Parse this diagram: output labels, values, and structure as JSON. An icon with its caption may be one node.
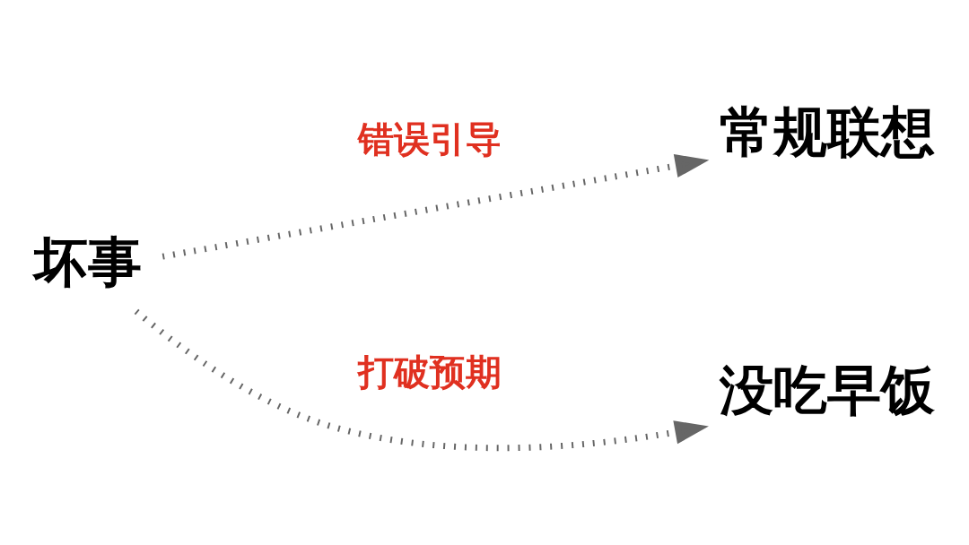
{
  "diagram": {
    "nodes": [
      {
        "text": [
          "坏事"
        ]
      },
      {
        "text": [
          "常规联想"
        ]
      },
      {
        "text": [
          "没吃早饭"
        ]
      }
    ],
    "edges": [
      {
        "from": 0,
        "to": 1,
        "arrow": "to",
        "label": "错误引导",
        "style": "dashed"
      },
      {
        "from": 0,
        "to": 2,
        "arrow": "to",
        "label": "打破预期",
        "style": "dashed"
      }
    ]
  }
}
